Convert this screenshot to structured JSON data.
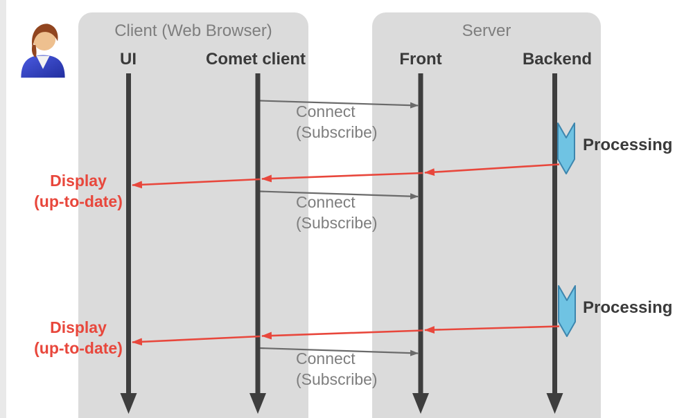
{
  "groups": {
    "client": {
      "label": "Client (Web Browser)"
    },
    "server": {
      "label": "Server"
    }
  },
  "actors": {
    "ui": {
      "label": "UI"
    },
    "comet": {
      "label": "Comet client"
    },
    "front": {
      "label": "Front"
    },
    "backend": {
      "label": "Backend"
    }
  },
  "messages": {
    "connect": {
      "line1": "Connect",
      "line2": "(Subscribe)"
    },
    "display": {
      "line1": "Display",
      "line2": "(up-to-date)"
    },
    "processing": {
      "label": "Processing"
    }
  },
  "colors": {
    "group_box": "#dbdbdb",
    "lifeline": "#3e3e3e",
    "gray_arrow": "#6a6a6a",
    "gray_text": "#7e7e7e",
    "dark_text": "#3a3a3a",
    "red": "#e8473c",
    "processing_fill": "#6fc3e3",
    "processing_stroke": "#3d86ae"
  }
}
